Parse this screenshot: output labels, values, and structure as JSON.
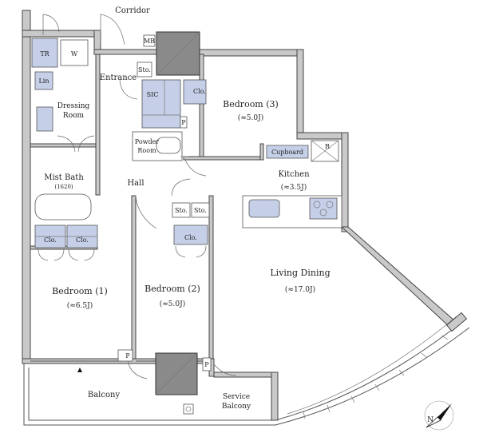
{
  "plan": {
    "corridor": "Corridor",
    "entrance": "Entrance",
    "hall": "Hall",
    "kitchen": {
      "name": "Kitchen",
      "area": "(≈3.5J)"
    },
    "living": {
      "name": "Living Dining",
      "area": "(≈17.0J)"
    },
    "bedroom1": {
      "name": "Bedroom (1)",
      "area": "(≈6.5J)"
    },
    "bedroom2": {
      "name": "Bedroom (2)",
      "area": "(≈5.0J)"
    },
    "bedroom3": {
      "name": "Bedroom (3)",
      "area": "(≈5.0J)"
    },
    "dressing": {
      "line1": "Dressing",
      "line2": "Room"
    },
    "powder": {
      "line1": "Powder",
      "line2": "Room"
    },
    "mistbath": {
      "name": "Mist Bath",
      "size": "(1620)"
    },
    "balcony": "Balcony",
    "service": {
      "line1": "Service",
      "line2": "Balcony"
    },
    "tr": "TR",
    "w": "W",
    "lin": "Lin",
    "sic": "SIC",
    "mb": "MB",
    "sto": "Sto.",
    "clo": "Clo.",
    "cupboard": "Cupboard",
    "r": "R",
    "p": "P",
    "north": "N"
  },
  "colors": {
    "fixture": "#c5cfe8",
    "shaft": "#8a8a8a",
    "wall": "#c9c9c9"
  }
}
